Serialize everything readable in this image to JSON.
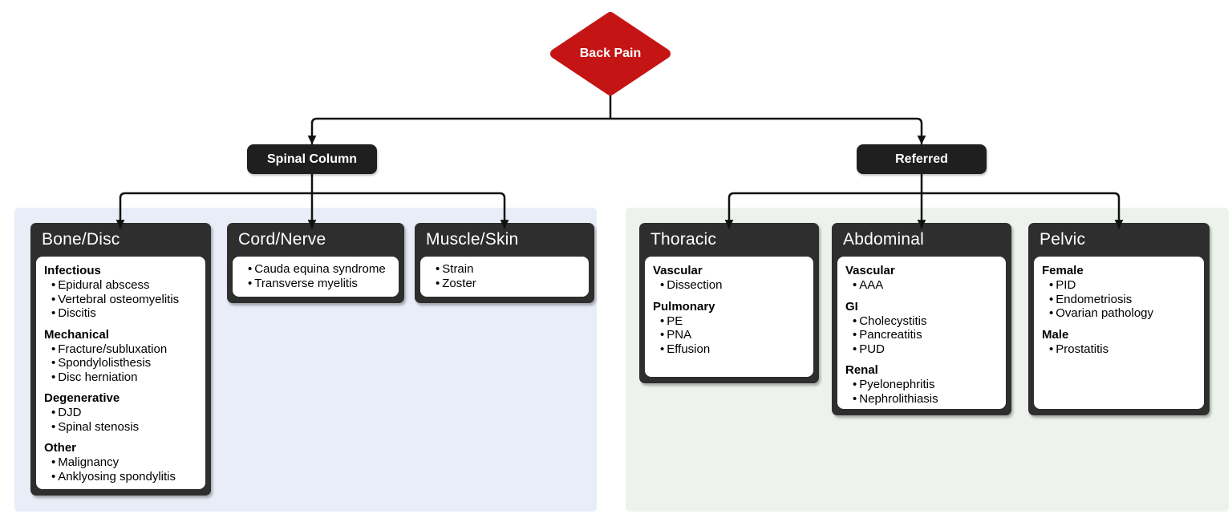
{
  "root": {
    "label": "Back Pain"
  },
  "branches": [
    {
      "label": "Spinal Column"
    },
    {
      "label": "Referred"
    }
  ],
  "cards": [
    {
      "title": "Bone/Disc",
      "sections": [
        {
          "heading": "Infectious",
          "items": [
            "Epidural abscess",
            "Vertebral osteomyelitis",
            "Discitis"
          ]
        },
        {
          "heading": "Mechanical",
          "items": [
            "Fracture/subluxation",
            "Spondylolisthesis",
            "Disc herniation"
          ]
        },
        {
          "heading": "Degenerative",
          "items": [
            "DJD",
            "Spinal stenosis"
          ]
        },
        {
          "heading": "Other",
          "items": [
            "Malignancy",
            "Anklyosing spondylitis"
          ]
        }
      ]
    },
    {
      "title": "Cord/Nerve",
      "sections": [
        {
          "heading": "",
          "items": [
            "Cauda equina syndrome",
            "Transverse myelitis"
          ]
        }
      ]
    },
    {
      "title": "Muscle/Skin",
      "sections": [
        {
          "heading": "",
          "items": [
            "Strain",
            "Zoster"
          ]
        }
      ]
    },
    {
      "title": "Thoracic",
      "sections": [
        {
          "heading": "Vascular",
          "items": [
            "Dissection"
          ]
        },
        {
          "heading": "Pulmonary",
          "items": [
            "PE",
            "PNA",
            "Effusion"
          ]
        }
      ]
    },
    {
      "title": "Abdominal",
      "sections": [
        {
          "heading": "Vascular",
          "items": [
            "AAA"
          ]
        },
        {
          "heading": "GI",
          "items": [
            "Cholecystitis",
            "Pancreatitis",
            "PUD"
          ]
        },
        {
          "heading": "Renal",
          "items": [
            "Pyelonephritis",
            "Nephrolithiasis"
          ]
        }
      ]
    },
    {
      "title": "Pelvic",
      "sections": [
        {
          "heading": "Female",
          "items": [
            "PID",
            "Endometriosis",
            "Ovarian pathology"
          ]
        },
        {
          "heading": "Male",
          "items": [
            "Prostatitis"
          ]
        }
      ]
    }
  ],
  "colors": {
    "root_fill": "#c41414",
    "button_dark": "#1f1f1f",
    "card_dark": "#2e2e2e",
    "panel_left": "#e8edf7",
    "panel_right": "#edf3ec",
    "wire": "#111111"
  }
}
